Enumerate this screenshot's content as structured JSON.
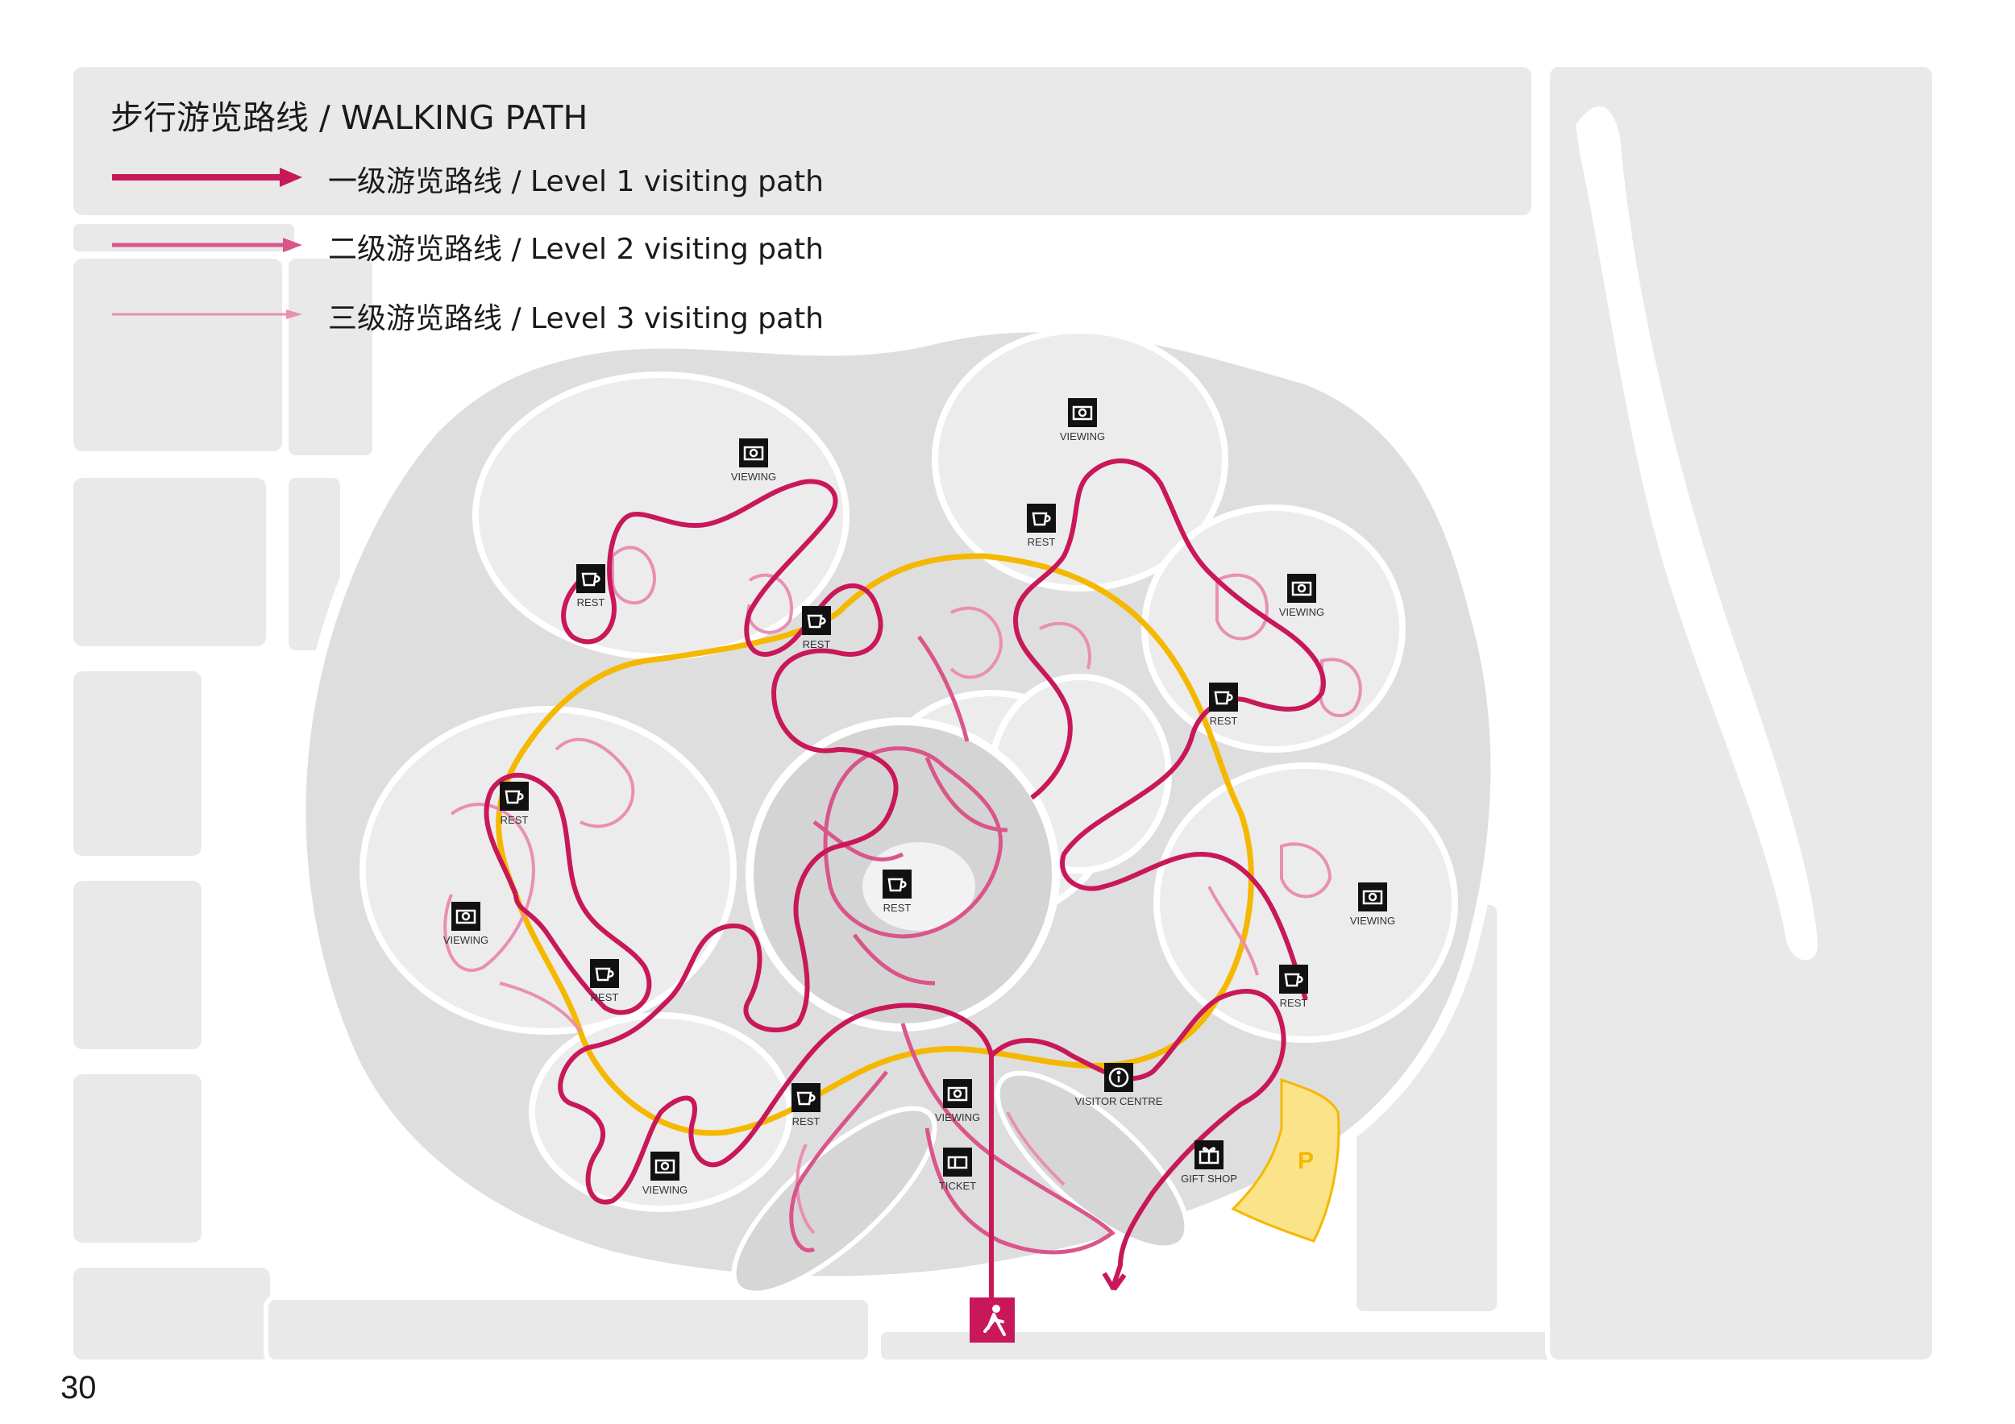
{
  "legend": {
    "title": "步行游览路线 / WALKING PATH",
    "items": [
      {
        "label": "一级游览路线 / Level 1 visiting path",
        "color": "#c8185a"
      },
      {
        "label": "二级游览路线 / Level 2 visiting path",
        "color": "#d9558a"
      },
      {
        "label": "三级游览路线 / Level 3 visiting path",
        "color": "#e98fb3"
      }
    ]
  },
  "colors": {
    "level1": "#c8185a",
    "level2": "#d9558a",
    "level3": "#e98fb3",
    "ring": "#f5b800",
    "parking": "#fbe38a",
    "entrance": "#c8185a"
  },
  "pois": [
    {
      "type": "viewing",
      "label": "VIEWING",
      "icon": "camera-icon"
    },
    {
      "type": "viewing",
      "label": "VIEWING",
      "icon": "camera-icon"
    },
    {
      "type": "viewing",
      "label": "VIEWING",
      "icon": "camera-icon"
    },
    {
      "type": "viewing",
      "label": "VIEWING",
      "icon": "camera-icon"
    },
    {
      "type": "viewing",
      "label": "VIEWING",
      "icon": "camera-icon"
    },
    {
      "type": "viewing",
      "label": "VIEWING",
      "icon": "camera-icon"
    },
    {
      "type": "viewing",
      "label": "VIEWING",
      "icon": "camera-icon"
    },
    {
      "type": "rest",
      "label": "REST",
      "icon": "cup-icon"
    },
    {
      "type": "rest",
      "label": "REST",
      "icon": "cup-icon"
    },
    {
      "type": "rest",
      "label": "REST",
      "icon": "cup-icon"
    },
    {
      "type": "rest",
      "label": "REST",
      "icon": "cup-icon"
    },
    {
      "type": "rest",
      "label": "REST",
      "icon": "cup-icon"
    },
    {
      "type": "rest",
      "label": "REST",
      "icon": "cup-icon"
    },
    {
      "type": "rest",
      "label": "REST",
      "icon": "cup-icon"
    },
    {
      "type": "rest",
      "label": "REST",
      "icon": "cup-icon"
    },
    {
      "type": "rest",
      "label": "REST",
      "icon": "cup-icon"
    },
    {
      "type": "ticket",
      "label": "TICKET",
      "icon": "ticket-icon"
    },
    {
      "type": "info",
      "label": "VISITOR CENTRE",
      "icon": "info-icon"
    },
    {
      "type": "gift",
      "label": "GIFT SHOP",
      "icon": "gift-icon"
    }
  ],
  "parking_label": "P",
  "page_number": "30"
}
